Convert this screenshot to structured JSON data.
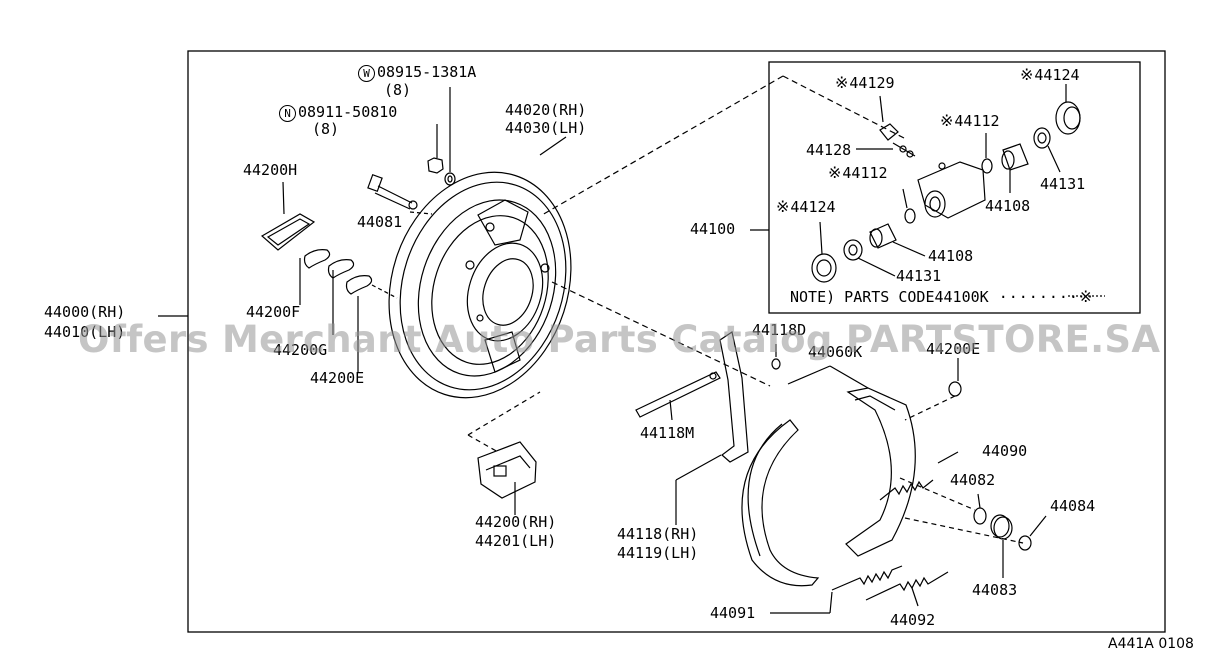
{
  "diagram": {
    "colors": {
      "line": "#000000",
      "watermark": "#9a9a9a",
      "background": "#ffffff"
    },
    "labels": {
      "p08915": "08915-1381A",
      "p08915_qty": "(8)",
      "p08911": "08911-50810",
      "p08911_qty": "(8)",
      "washer_symbol": "W",
      "nut_symbol": "N",
      "p44020": "44020(RH)",
      "p44030": "44030(LH)",
      "p44200H": "44200H",
      "p44081": "44081",
      "p44000": "44000(RH)",
      "p44010": "44010(LH)",
      "p44200F": "44200F",
      "p44200G": "44200G",
      "p44200E_left": "44200E",
      "p44200": "44200(RH)",
      "p44201": "44201(LH)",
      "p44129": "44129",
      "p44124_top": "44124",
      "p44112_a": "44112",
      "p44128": "44128",
      "p44112_b": "44112",
      "p44131_right": "44131",
      "p44108_right": "44108",
      "p44100": "44100",
      "p44124_left": "44124",
      "p44108_bottom": "44108",
      "p44131_bottom": "44131",
      "note": "NOTE) PARTS CODE44100K",
      "p44118D": "44118D",
      "p44060": "44060K",
      "p44200E_right": "44200E",
      "p44118M": "44118M",
      "p44090": "44090",
      "p44082": "44082",
      "p44084": "44084",
      "p44118": "44118(RH)",
      "p44119": "44119(LH)",
      "p44083": "44083",
      "p44091": "44091",
      "p44092": "44092",
      "asterisk": "※",
      "ref_code": "A441A 0108"
    },
    "watermark": "Offers Merchant Auto Parts Catalog PARTSTORE.SA"
  }
}
